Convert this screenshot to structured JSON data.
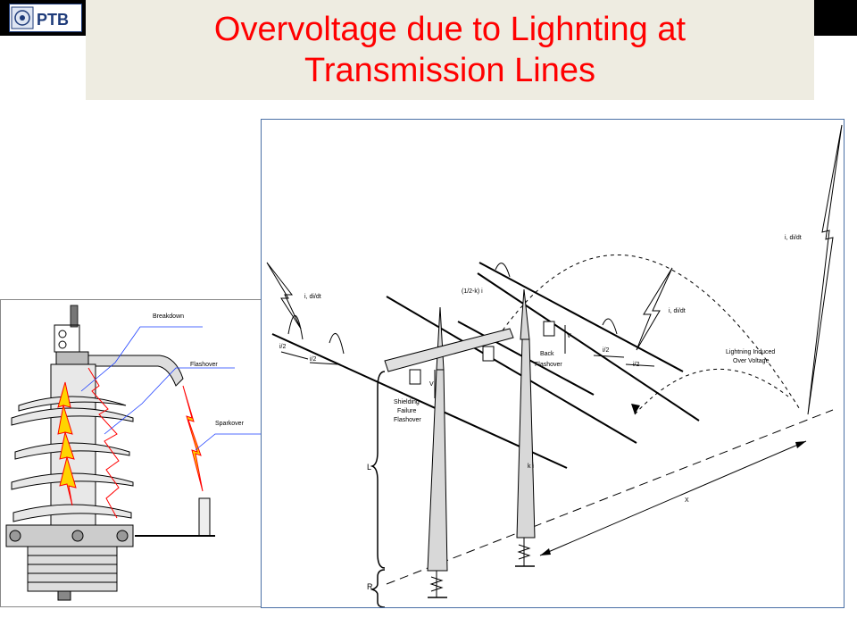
{
  "logo": {
    "text": "PTB"
  },
  "title": {
    "line1": "Overvoltage due to Lighnting at",
    "line2": "Transmission Lines"
  },
  "left_diagram": {
    "labels": {
      "breakdown": "Breakdown",
      "flashover": "Flashover",
      "sparkover": "Sparkover"
    }
  },
  "right_diagram": {
    "labels": {
      "i_didt_left": "i, di/dt",
      "i_didt_mid": "i, di/dt",
      "i_didt_right": "i, di/dt",
      "i2_a": "i/2",
      "i2_b": "i/2",
      "i2_c": "i/2",
      "i2_d": "i/2",
      "half_minus_k": "(1/2-k) i",
      "v_a": "V",
      "v_b": "V",
      "back_flashover_1": "Back",
      "back_flashover_2": "Flashover",
      "shielding_1": "Shielding",
      "shielding_2": "Failure",
      "shielding_3": "Flashover",
      "lightning_induced_1": "Lightning Induced",
      "lightning_induced_2": "Over Voltage",
      "k_i": "k i",
      "L": "L",
      "R": "R",
      "x": "X"
    }
  }
}
